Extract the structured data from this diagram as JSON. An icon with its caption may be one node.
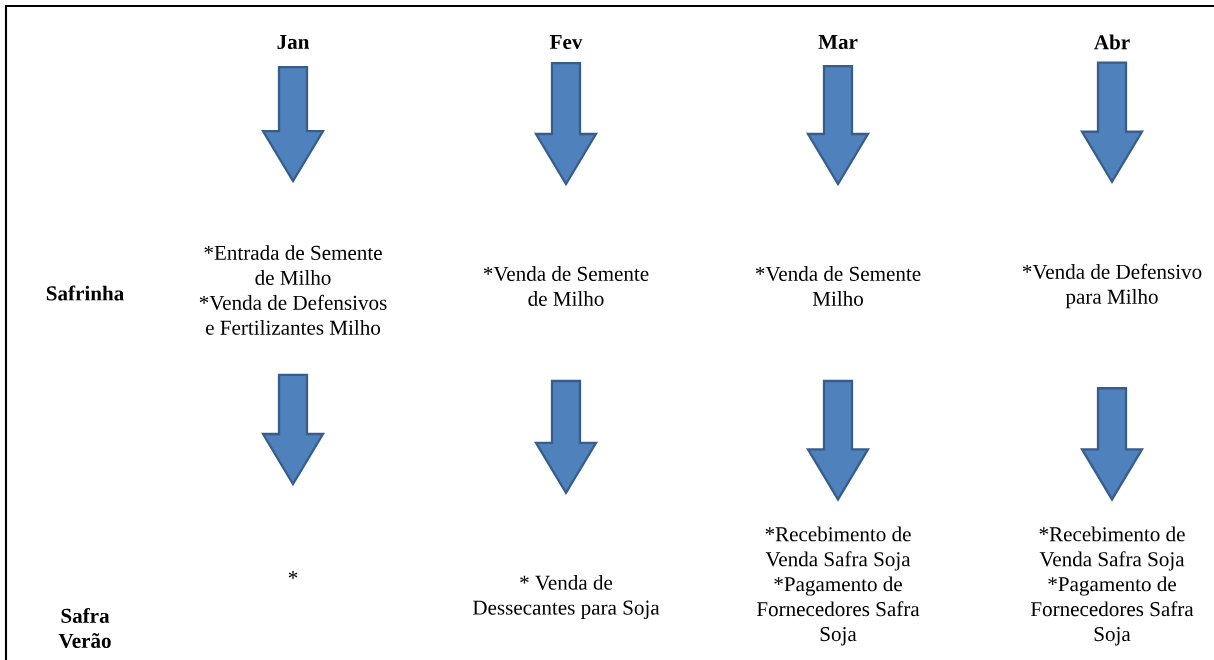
{
  "diagram": {
    "nodes": [
      {
        "text": [
          "Jan"
        ]
      },
      {
        "text": [
          "Fev"
        ]
      },
      {
        "text": [
          "Mar"
        ]
      },
      {
        "text": [
          "Abr"
        ]
      },
      {
        "text": [
          "*Entrada de Semente de Milho",
          "*Venda de Defensivos e Fertilizantes Milho"
        ]
      },
      {
        "text": [
          "*Venda de Semente de Milho"
        ]
      },
      {
        "text": [
          "*Venda de Semente Milho"
        ]
      },
      {
        "text": [
          "*Venda de Defensivo para Milho"
        ]
      },
      {
        "text": [
          "*"
        ]
      },
      {
        "text": [
          "* Venda de Dessecantes para Soja"
        ]
      },
      {
        "text": [
          "*Recebimento de Venda Safra Soja",
          "*Pagamento de Fornecedores Safra Soja"
        ]
      },
      {
        "text": [
          "*Recebimento de Venda Safra Soja",
          "*Pagamento de Fornecedores Safra Soja"
        ]
      }
    ],
    "edges": [
      {
        "from": 0,
        "to": 4,
        "arrow": "to"
      },
      {
        "from": 1,
        "to": 5,
        "arrow": "to"
      },
      {
        "from": 2,
        "to": 6,
        "arrow": "to"
      },
      {
        "from": 3,
        "to": 7,
        "arrow": "to"
      },
      {
        "from": 4,
        "to": 8,
        "arrow": "to"
      },
      {
        "from": 5,
        "to": 9,
        "arrow": "to"
      },
      {
        "from": 6,
        "to": 10,
        "arrow": "to"
      },
      {
        "from": 7,
        "to": 11,
        "arrow": "to"
      }
    ],
    "labels": [
      "Safrinha",
      "Safra Verão"
    ]
  }
}
